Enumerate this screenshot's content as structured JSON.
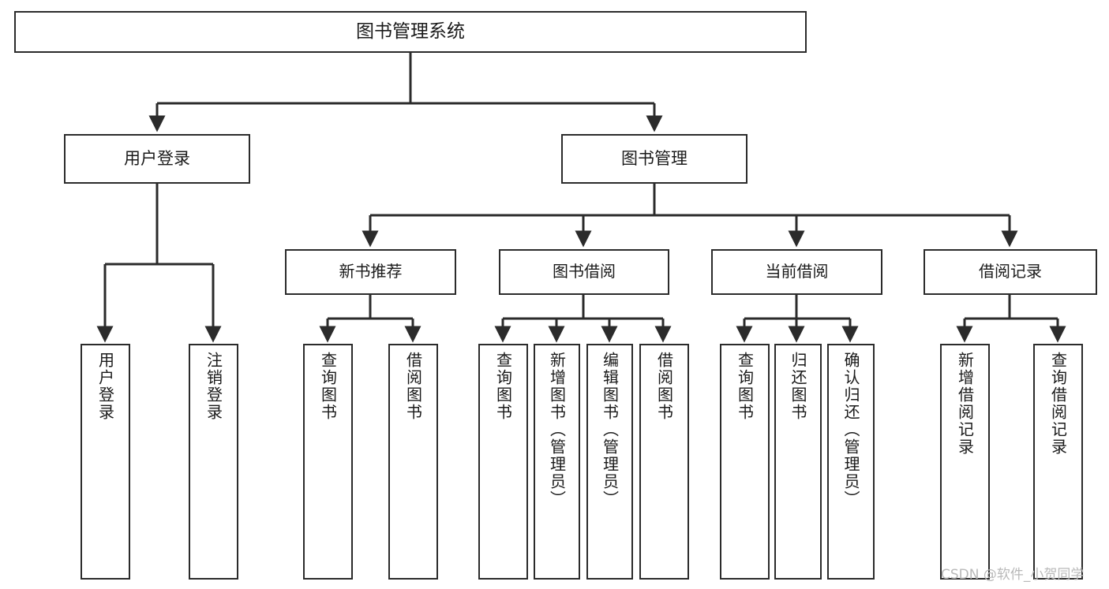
{
  "diagram": {
    "title": "图书管理系统",
    "type": "tree",
    "watermark": "CSDN @软件_小贺同学",
    "colors": {
      "stroke": "#2b2b2b",
      "fill": "#ffffff",
      "text": "#1a1a1a",
      "watermark": "#b9b9b9"
    },
    "nodes": {
      "root": {
        "label": "图书管理系统"
      },
      "level2": [
        {
          "id": "user-login",
          "label": "用户登录"
        },
        {
          "id": "book-manage",
          "label": "图书管理"
        }
      ],
      "level3": [
        {
          "id": "new-book-rec",
          "label": "新书推荐"
        },
        {
          "id": "book-borrow",
          "label": "图书借阅"
        },
        {
          "id": "current-borrow",
          "label": "当前借阅"
        },
        {
          "id": "borrow-record",
          "label": "借阅记录"
        }
      ],
      "leaves": [
        {
          "id": "leaf-user-login",
          "parent": "user-login",
          "label": "用户登录"
        },
        {
          "id": "leaf-logout",
          "parent": "user-login",
          "label": "注销登录"
        },
        {
          "id": "leaf-query-book-1",
          "parent": "new-book-rec",
          "label": "查询图书"
        },
        {
          "id": "leaf-borrow-book-1",
          "parent": "new-book-rec",
          "label": "借阅图书"
        },
        {
          "id": "leaf-query-book-2",
          "parent": "book-borrow",
          "label": "查询图书"
        },
        {
          "id": "leaf-add-book",
          "parent": "book-borrow",
          "label": "新增图书（管理员）"
        },
        {
          "id": "leaf-edit-book",
          "parent": "book-borrow",
          "label": "编辑图书（管理员）"
        },
        {
          "id": "leaf-borrow-book-2",
          "parent": "book-borrow",
          "label": "借阅图书"
        },
        {
          "id": "leaf-query-book-3",
          "parent": "current-borrow",
          "label": "查询图书"
        },
        {
          "id": "leaf-return-book",
          "parent": "current-borrow",
          "label": "归还图书"
        },
        {
          "id": "leaf-confirm-return",
          "parent": "current-borrow",
          "label": "确认归还（管理员）"
        },
        {
          "id": "leaf-add-record",
          "parent": "borrow-record",
          "label": "新增借阅记录"
        },
        {
          "id": "leaf-query-record",
          "parent": "borrow-record",
          "label": "查询借阅记录"
        }
      ]
    }
  }
}
